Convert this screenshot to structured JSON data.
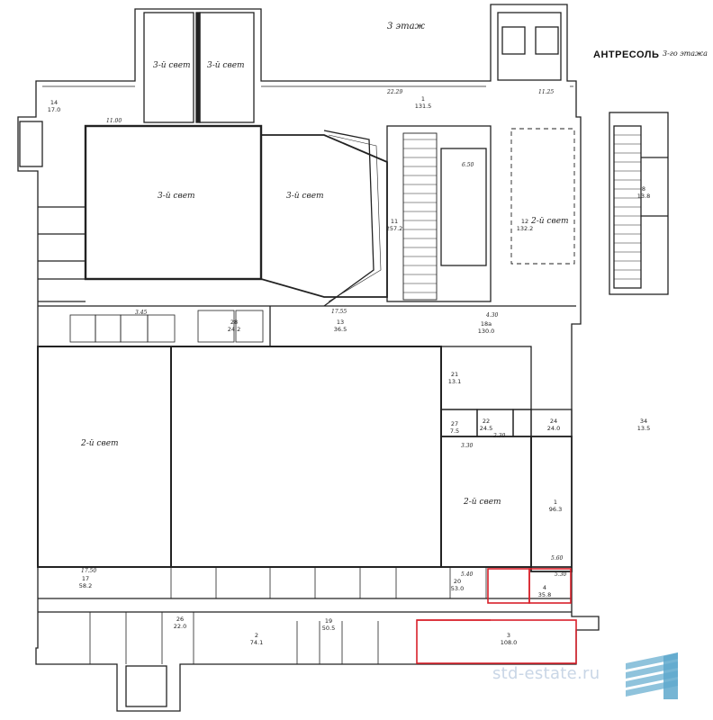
{
  "header": {
    "floor_label": "3 этаж",
    "mezzanine_title": "АНТРЕСОЛЬ",
    "mezzanine_subtitle": "3-го этажа"
  },
  "watermark": {
    "text": "std-estate.ru",
    "icon": "building-logo-icon"
  },
  "colors": {
    "line": "#222222",
    "highlight": "#d8202a",
    "watermark": "#c9d6e6",
    "logo": "#8fc3dc"
  },
  "void_labels": [
    "3-й свет",
    "3-й свет",
    "3-й свет",
    "3-й свет",
    "2-й свет",
    "2-й свет",
    "2-й свет"
  ],
  "rooms": [
    {
      "id": "r1",
      "num": "1",
      "area": "131.5"
    },
    {
      "id": "r11",
      "num": "11",
      "area": "257.2"
    },
    {
      "id": "r12",
      "num": "12",
      "area": "132.2"
    },
    {
      "id": "r13",
      "num": "13",
      "area": "36.5"
    },
    {
      "id": "r14",
      "num": "14",
      "area": "17.0"
    },
    {
      "id": "r17",
      "num": "17",
      "area": "58.2"
    },
    {
      "id": "r18a",
      "num": "18а",
      "area": "130.0"
    },
    {
      "id": "r19",
      "num": "19",
      "area": "50.5"
    },
    {
      "id": "r20",
      "num": "20",
      "area": "53.0"
    },
    {
      "id": "r21",
      "num": "21",
      "area": "13.1"
    },
    {
      "id": "r22",
      "num": "22",
      "area": "24.5"
    },
    {
      "id": "r24",
      "num": "24",
      "area": "24.0"
    },
    {
      "id": "r26",
      "num": "26",
      "area": "22.0"
    },
    {
      "id": "r27",
      "num": "27",
      "area": "7.5"
    },
    {
      "id": "r28",
      "num": "28",
      "area": "24.2"
    },
    {
      "id": "r34",
      "num": "34",
      "area": "13.5"
    },
    {
      "id": "rm1",
      "num": "1",
      "area": "96.3"
    },
    {
      "id": "rm2",
      "num": "2",
      "area": "74.1"
    },
    {
      "id": "rm3",
      "num": "3",
      "area": "108.0"
    },
    {
      "id": "rm4",
      "num": "4",
      "area": "35.8"
    },
    {
      "id": "rm8",
      "num": "8",
      "area": "13.8"
    }
  ],
  "dimensions": [
    "22.29",
    "11.25",
    "17.55",
    "11.00",
    "4.30",
    "5.60",
    "5.30",
    "3.30",
    "17.50",
    "2.30",
    "5.40",
    "3.45",
    "6.50"
  ]
}
